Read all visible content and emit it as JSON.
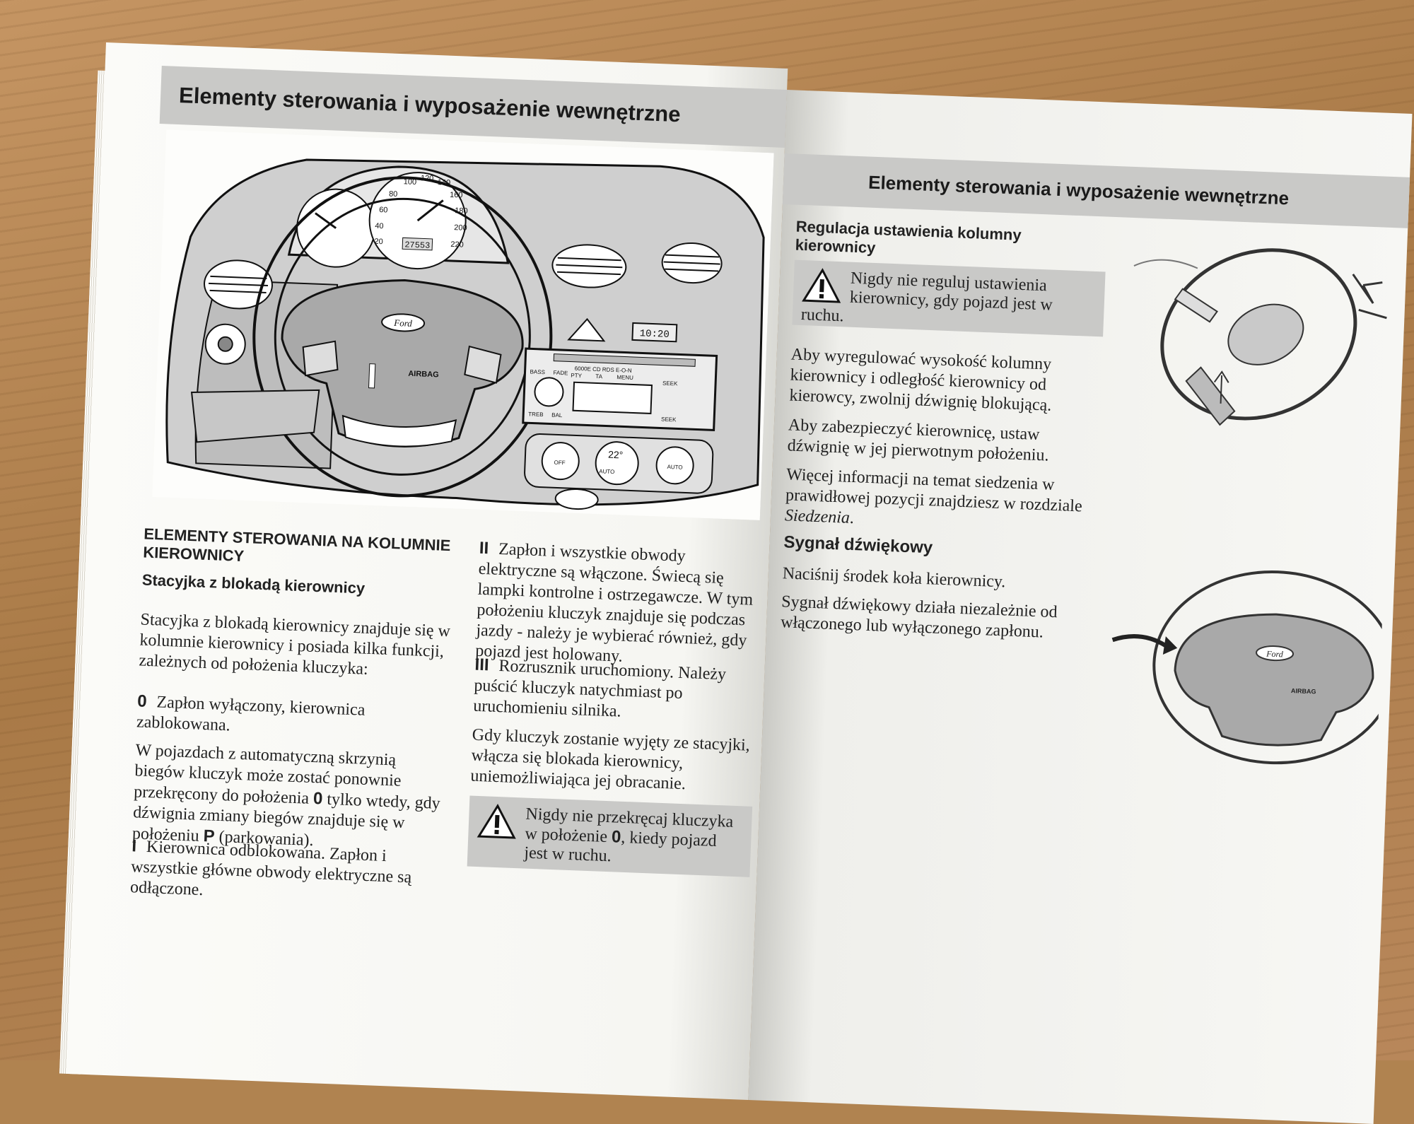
{
  "left_page": {
    "header": "Elementy sterowania i wyposażenie wewnętrzne",
    "diagram": {
      "logo": "Ford",
      "airbag_label": "AIRBAG",
      "speed_ticks": [
        "20",
        "40",
        "60",
        "80",
        "100",
        "120",
        "140",
        "160",
        "180",
        "200",
        "220"
      ],
      "odometer": "27553",
      "clock": "10:20",
      "climate_display": "22°",
      "climate_buttons": [
        "OFF",
        "AUTO",
        "AUTO"
      ],
      "radio_label": "6000E CD RDS E-O-N",
      "radio_buttons": [
        "PTY",
        "TA",
        "MENU",
        "SEEK",
        "SEEK",
        "BASS",
        "FADE",
        "TREB",
        "BAL"
      ]
    },
    "section_title": "ELEMENTY STEROWANIA NA KOLUMNIE KIEROWNICY",
    "subsection_title": "Stacyjka z blokadą kierownicy",
    "intro": "Stacyjka z blokadą kierownicy znajduje się w kolumnie kierownicy i posiada kilka funkcji, zależnych od położenia kluczyka:",
    "pos0_label": "0",
    "pos0_text": "Zapłon wyłączony, kierownica zablokowana.",
    "auto_text_1": "W pojazdach z automatyczną skrzynią biegów kluczyk może zostać ponownie przekręcony do położenia",
    "auto_bold_0": "0",
    "auto_text_2": "tylko wtedy, gdy dźwignia zmiany biegów znajduje się w położeniu",
    "auto_bold_p": "P",
    "auto_text_3": "(parkowania).",
    "pos1_label": "I",
    "pos1_text": "Kierownica odblokowana. Zapłon i wszystkie główne obwody elektryczne są odłączone.",
    "pos2_label": "II",
    "pos2_text": "Zapłon i wszystkie obwody elektryczne są włączone. Świecą się lampki kontrolne i ostrzegawcze. W tym położeniu kluczyk znajduje się podczas jazdy - należy je wybierać również, gdy pojazd jest holowany.",
    "pos3_label": "III",
    "pos3_text": "Rozrusznik uruchomiony. Należy puścić kluczyk natychmiast po uruchomieniu silnika.",
    "removed_text": "Gdy kluczyk zostanie wyjęty ze stacyjki, włącza się blokada kierownicy, uniemożliwiająca jej obracanie.",
    "warning_1_a": "Nigdy nie przekręcaj kluczyka w położenie",
    "warning_1_bold": "0",
    "warning_1_b": ", kiedy pojazd jest w ruchu."
  },
  "right_page": {
    "header": "Elementy sterowania i wyposażenie wewnętrzne",
    "section_title": "Regulacja ustawienia kolumny kierownicy",
    "warning_2_a": "Nigdy nie reguluj ustawienia kierownicy, gdy pojazd jest w",
    "warning_2_b": "ruchu.",
    "para_1": "Aby wyregulować wysokość kolumny kierownicy i odległość kierownicy od kierowcy, zwolnij dźwignię blokującą.",
    "para_2": "Aby zabezpieczyć kierownicę, ustaw dźwignię w jej pierwotnym położeniu.",
    "para_3_a": "Więcej informacji na temat siedzenia w prawidłowej pozycji znajdziesz w rozdziale",
    "para_3_italic": "Siedzenia",
    "para_3_b": ".",
    "horn_title": "Sygnał dźwiękowy",
    "horn_1": "Naciśnij środek koła kierownicy.",
    "horn_2": "Sygnał dźwiękowy działa niezależnie od włączonego lub wyłączonego zapłonu.",
    "wheel_logo": "Ford",
    "wheel_airbag": "AIRBAG"
  }
}
